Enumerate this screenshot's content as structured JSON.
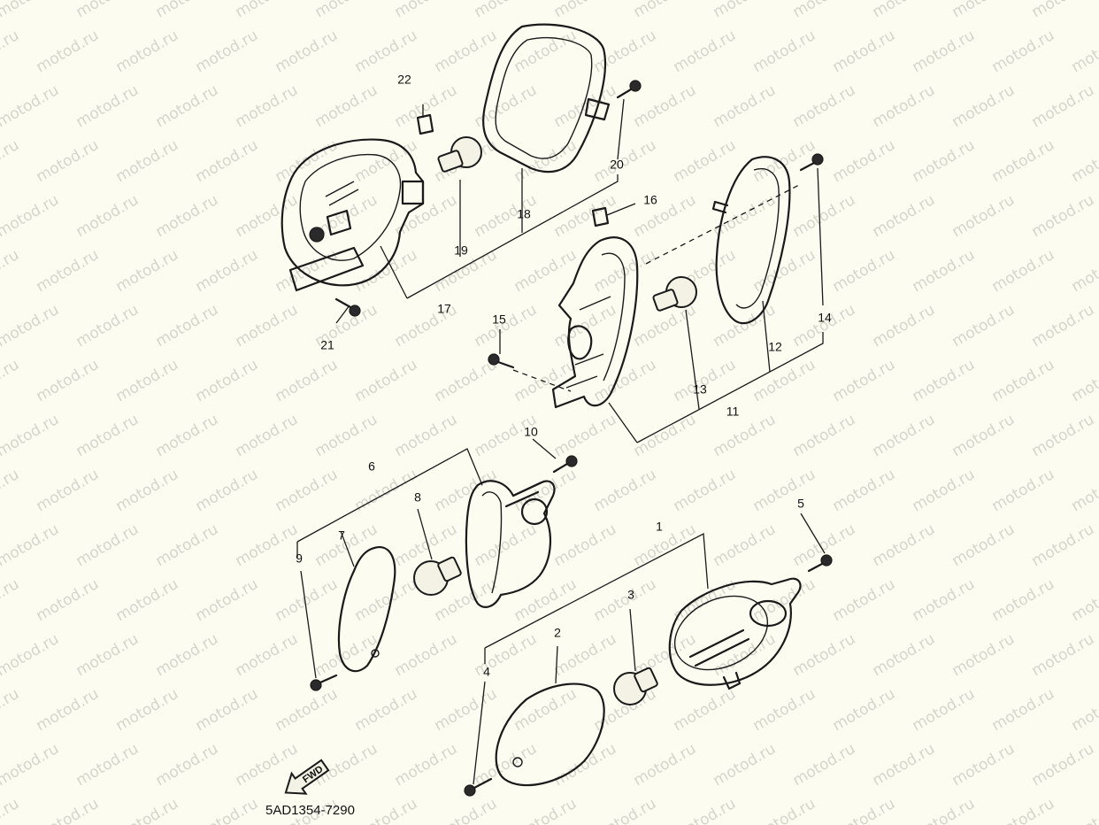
{
  "watermark": {
    "text": "motod.ru",
    "color": "#c9c9c2"
  },
  "diagram": {
    "code": "5AD1354-7290",
    "fwd_label": "FWD",
    "callouts": [
      "1",
      "2",
      "3",
      "4",
      "5",
      "6",
      "7",
      "8",
      "9",
      "10",
      "11",
      "12",
      "13",
      "14",
      "15",
      "16",
      "17",
      "18",
      "19",
      "20",
      "21",
      "22"
    ]
  },
  "colors": {
    "background": "#fcfcf0",
    "line": "#1a1a1a"
  }
}
